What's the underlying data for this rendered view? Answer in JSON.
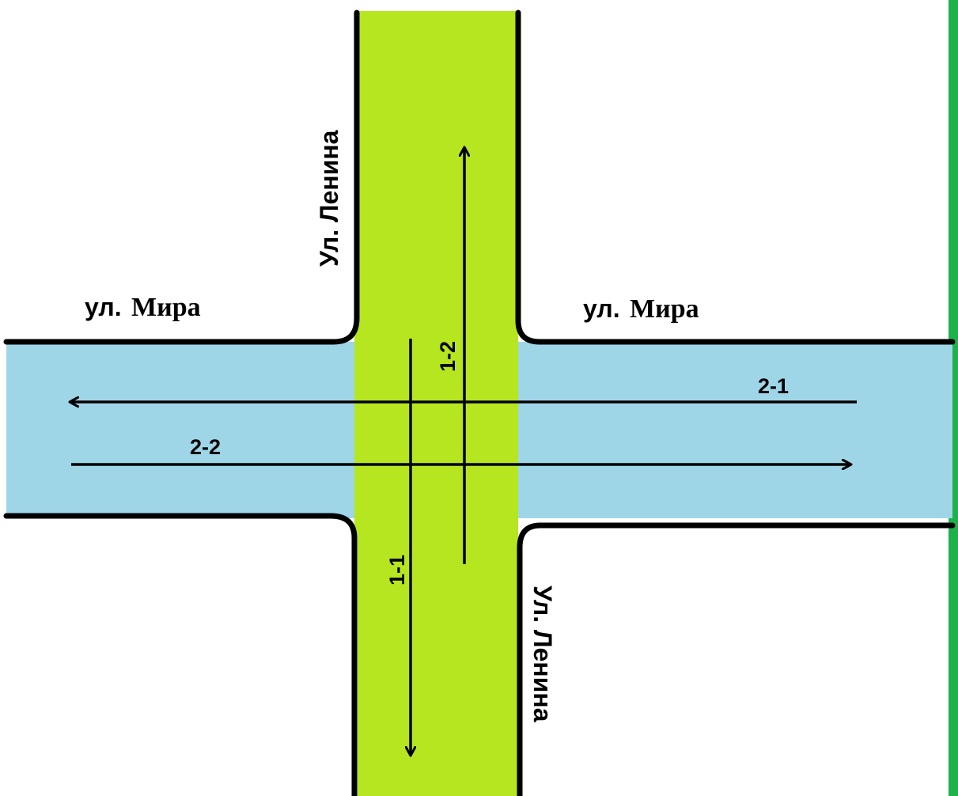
{
  "colors": {
    "vertical_road": "#b6e61f",
    "horizontal_road": "#9ed6e8",
    "edge_line": "#000000",
    "right_border": "#1db24a"
  },
  "streets": {
    "lenin_top": "Ул. Ленина",
    "lenin_bottom": "Ул. Ленина",
    "mira_left_prefix": "ул.",
    "mira_left_name": "Мира",
    "mira_right_prefix": "ул.",
    "mira_right_name": "Мира"
  },
  "routes": {
    "r11": "1-1",
    "r12": "1-2",
    "r21": "2-1",
    "r22": "2-2"
  }
}
